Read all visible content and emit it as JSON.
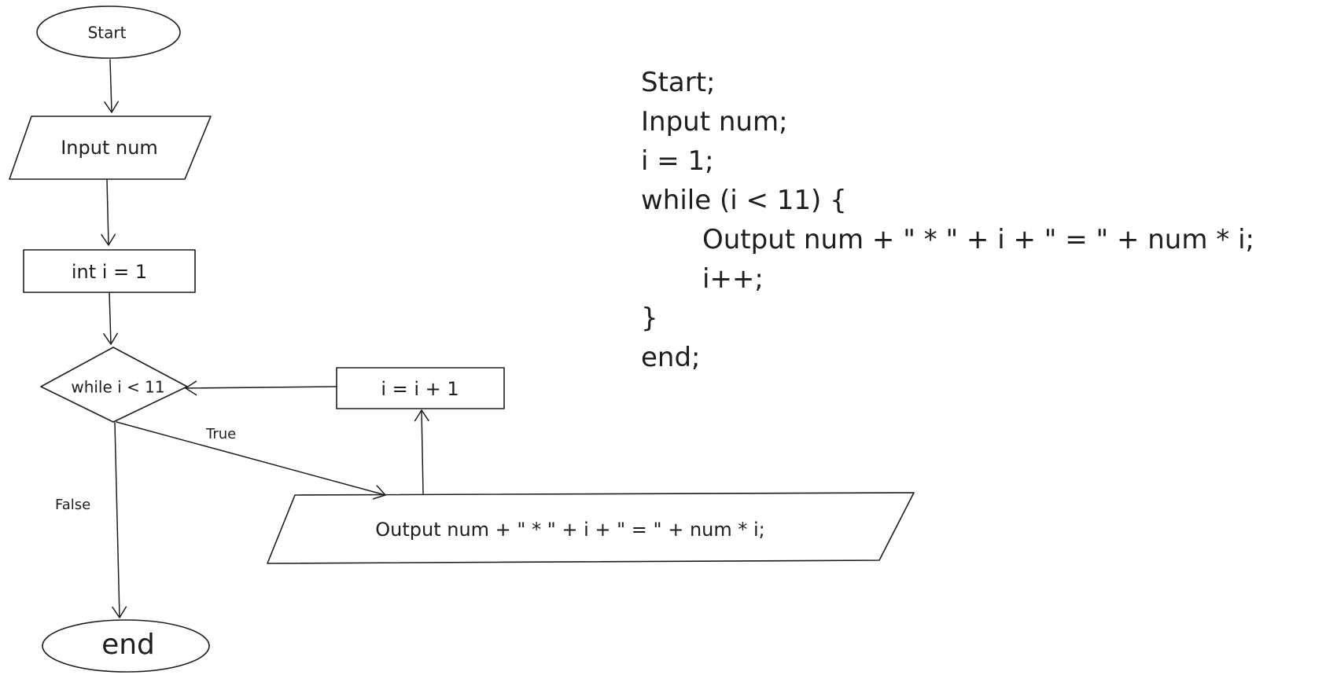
{
  "flowchart": {
    "start_label": "Start",
    "input_label": "Input num",
    "init_label": "int i = 1",
    "condition_label": "while i < 11",
    "increment_label": "i = i + 1",
    "output_label": "Output num + \" * \" + i + \" = \" + num * i;",
    "end_label": "end",
    "true_label": "True",
    "false_label": "False"
  },
  "pseudocode": {
    "lines": [
      "Start;",
      "Input num;",
      "i = 1;",
      "while (i < 11) {",
      "Output num + \" * \" + i + \" = \" + num * i;",
      "i++;",
      "}",
      "end;"
    ]
  }
}
